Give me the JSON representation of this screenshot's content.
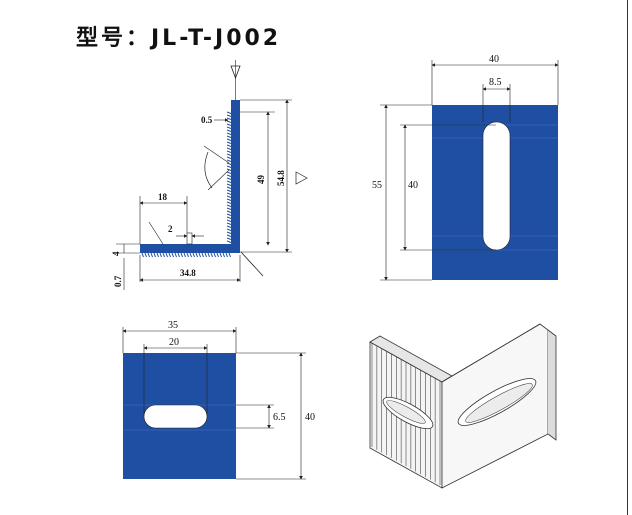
{
  "header": {
    "title": "型号：JL-T-J002"
  },
  "side_view": {
    "thickness": "0.5",
    "wall_height": "49",
    "total_height": "54.8",
    "flange_length": "18",
    "slot_gap": "2",
    "base_thickness": "4",
    "tooth_depth": "0.7",
    "base_length": "34.8"
  },
  "front_view": {
    "width": "40",
    "slot_width": "8.5",
    "total_height": "55",
    "slot_length": "40"
  },
  "bottom_view": {
    "width": "35",
    "slot_length": "20",
    "slot_height": "6.5",
    "total_height": "40"
  },
  "colors": {
    "plate_fill": "#1f4fa3",
    "line": "#222222"
  }
}
